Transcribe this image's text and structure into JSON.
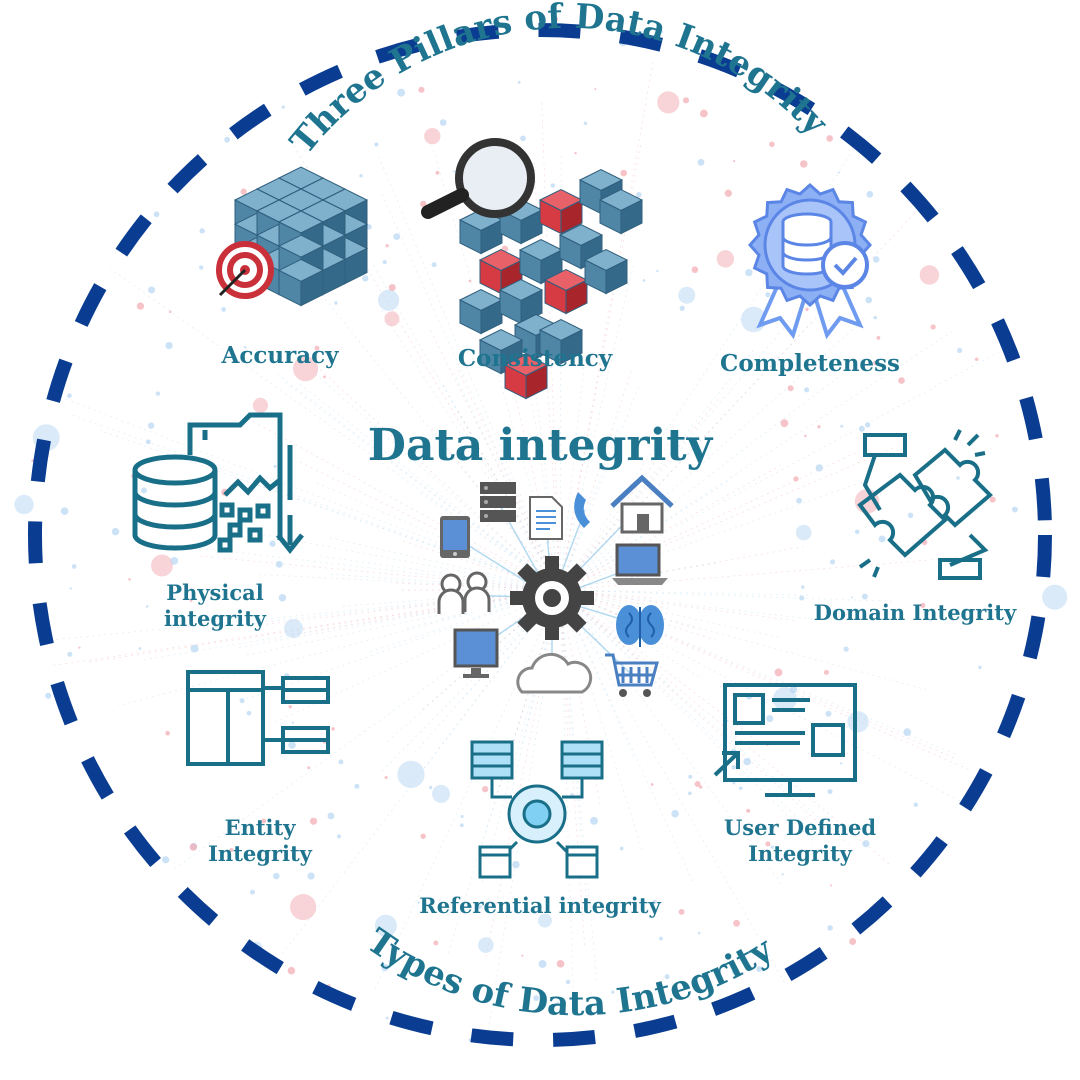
{
  "top_title": "Three Pillars of Data Integrity",
  "bottom_title": "Types of Data Integrity",
  "center_title": "Data integrity",
  "pillars": {
    "accuracy": "Accuracy",
    "consistency": "Consistency",
    "completeness": "Completeness"
  },
  "types": {
    "physical_line1": "Physical",
    "physical_line2": "integrity",
    "domain": "Domain Integrity",
    "entity_line1": "Entity",
    "entity_line2": "Integrity",
    "user_defined_line1": "User Defined",
    "user_defined_line2": "Integrity",
    "referential": "Referential integrity"
  },
  "colors": {
    "ring": "#0a3d91",
    "text": "#1f7590",
    "icon_teal": "#1a6f88",
    "cube_blue": "#4f86a6",
    "cube_red": "#d63a42",
    "badge_blue": "#6f9bf0"
  }
}
